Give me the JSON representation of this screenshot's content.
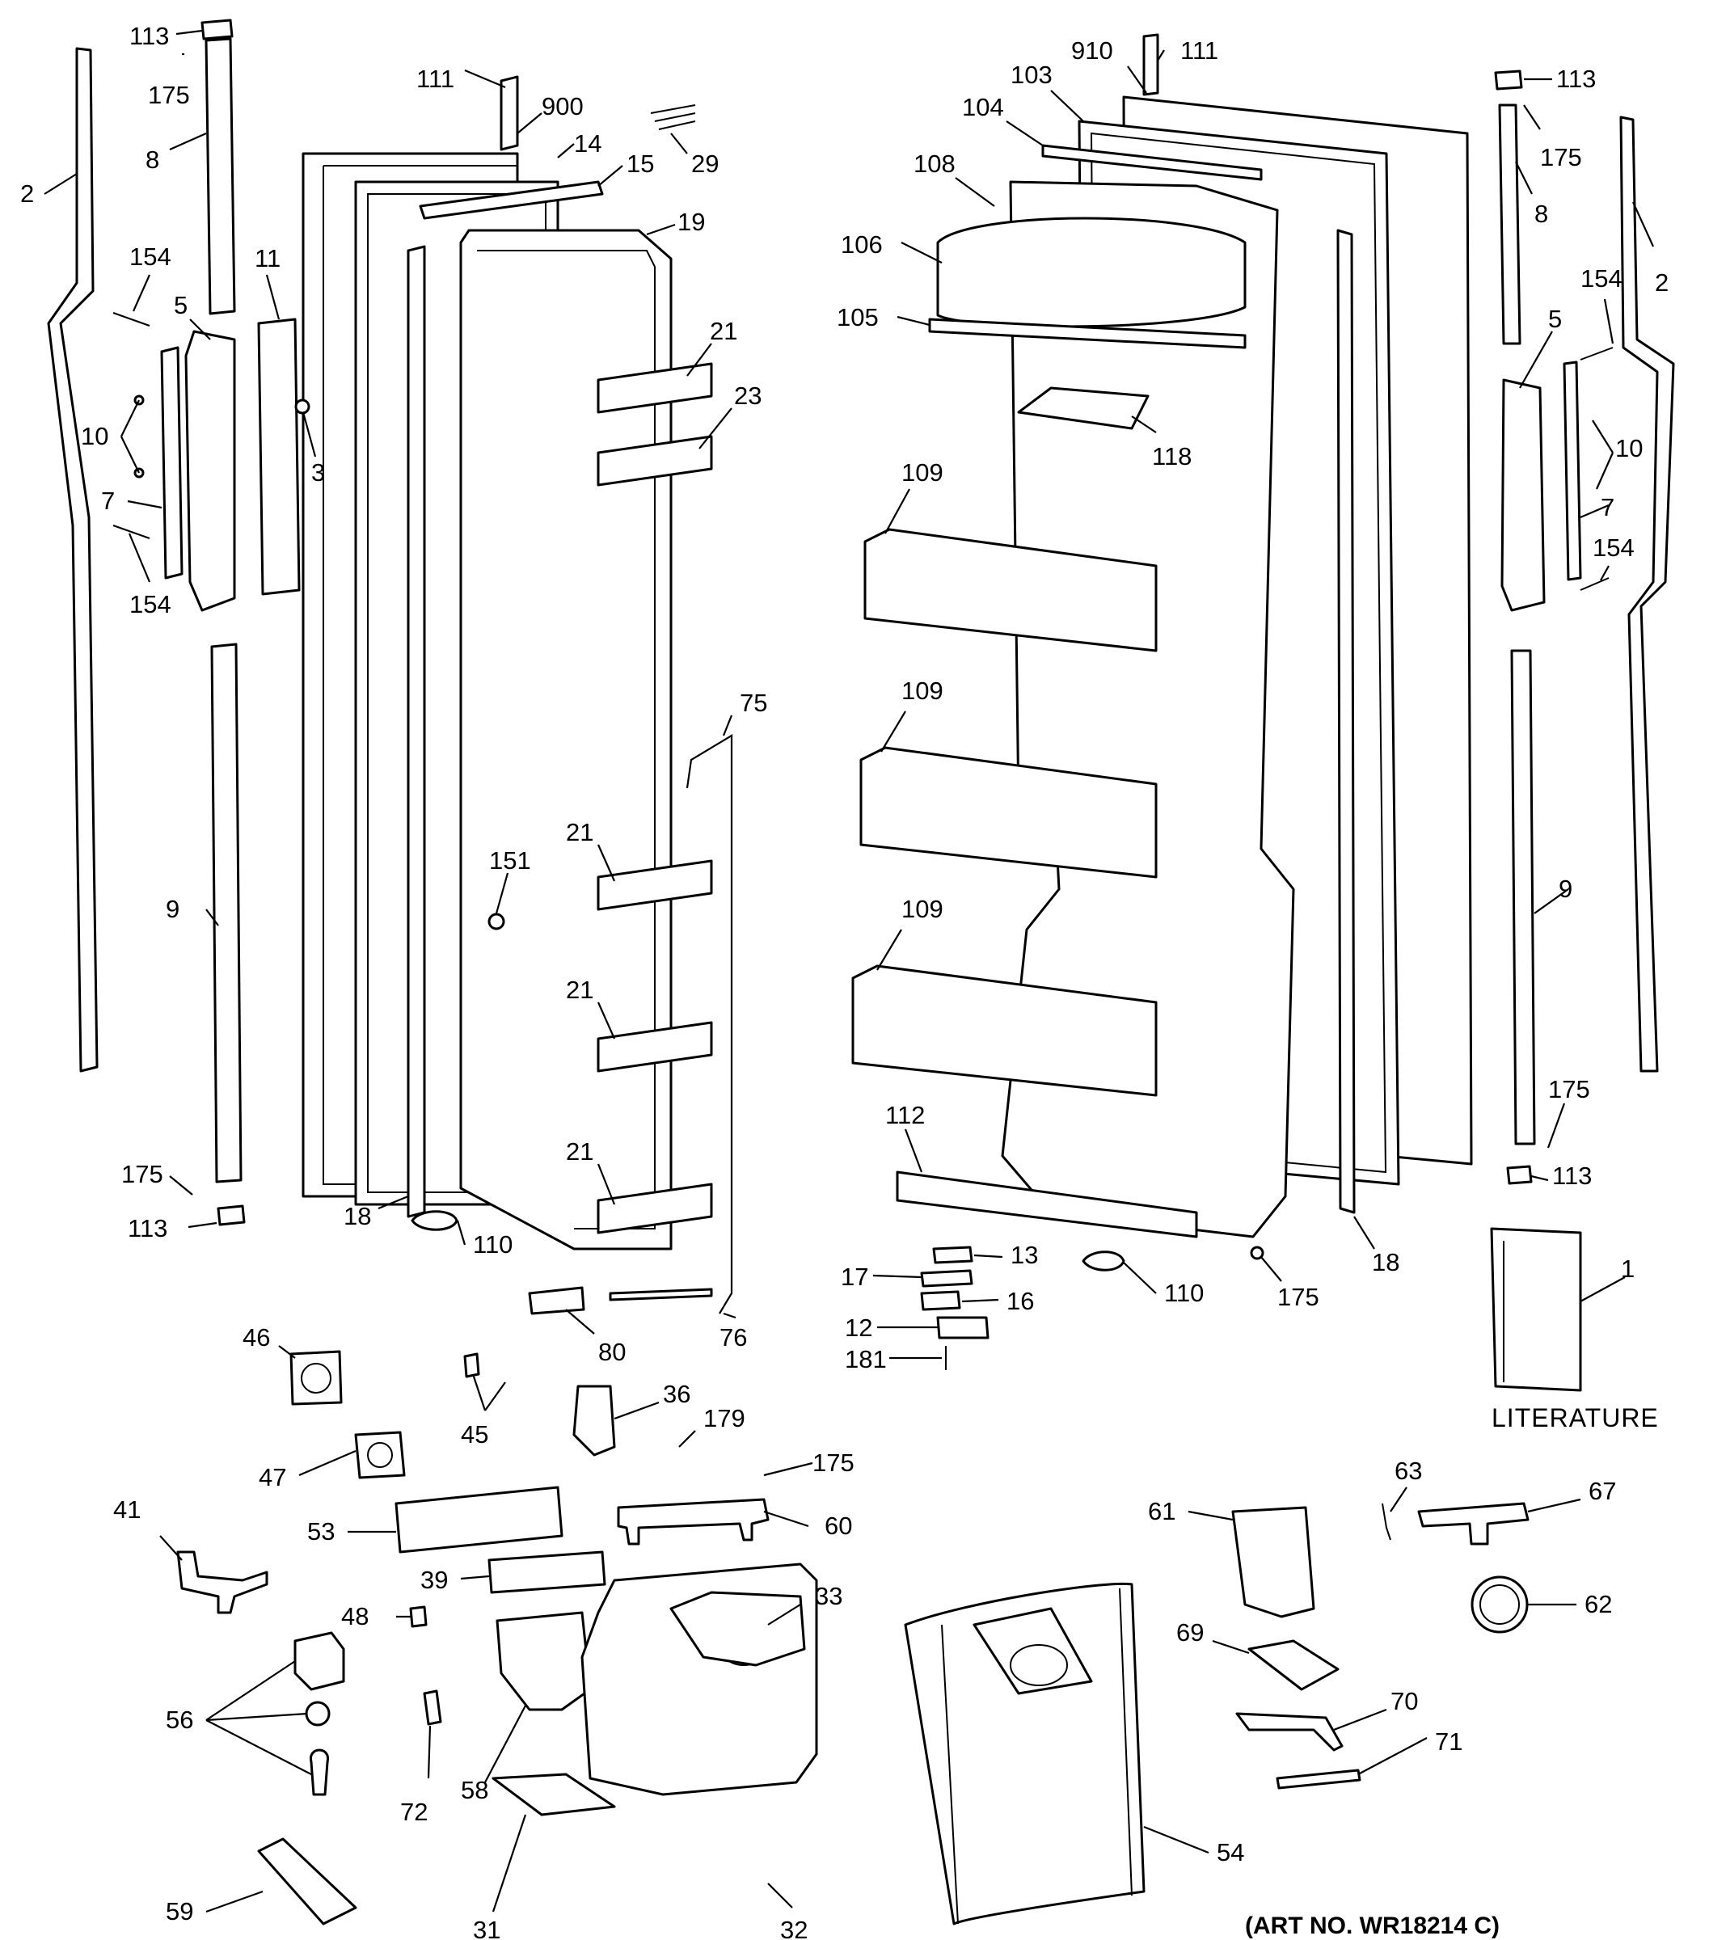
{
  "caption": "(ART NO. WR18214 C)",
  "literature_label": "LITERATURE",
  "callouts": [
    "113",
    "175",
    "8",
    "2",
    "111",
    "900",
    "14",
    "15",
    "29",
    "19",
    "11",
    "154",
    "5",
    "21",
    "10",
    "3",
    "23",
    "7",
    "154",
    "75",
    "9",
    "151",
    "21",
    "21",
    "21",
    "18",
    "110",
    "175",
    "113",
    "80",
    "76",
    "46",
    "45",
    "36",
    "179",
    "175",
    "47",
    "53",
    "60",
    "41",
    "39",
    "33",
    "48",
    "56",
    "58",
    "72",
    "31",
    "32",
    "59",
    "910",
    "111",
    "103",
    "104",
    "108",
    "106",
    "105",
    "118",
    "109",
    "109",
    "109",
    "112",
    "13",
    "17",
    "16",
    "12",
    "181",
    "110",
    "175",
    "18",
    "54",
    "61",
    "63",
    "67",
    "62",
    "69",
    "70",
    "71",
    "113",
    "175",
    "8",
    "2",
    "154",
    "5",
    "10",
    "7",
    "154",
    "9",
    "175",
    "113",
    "1"
  ]
}
